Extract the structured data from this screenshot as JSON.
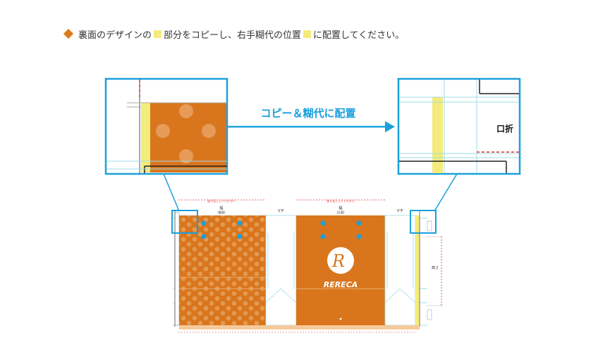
{
  "instruction": {
    "part1": "裏面のデザインの",
    "part2": "部分をコピーし、右手糊代の位置",
    "part3": "に配置してください。"
  },
  "callout": {
    "arrow_label": "コピー＆糊代に配置",
    "fold_label": "口折"
  },
  "template": {
    "width_label_back": "幅",
    "width_sub_back": "(裏面)",
    "width_label_front": "幅",
    "width_sub_front": "(正面)",
    "gusset_label_1": "マチ",
    "gusset_label_2": "マチ",
    "height_label": "高さ",
    "bleed_note": "塗り足ししてください"
  },
  "logo": {
    "letter": "R",
    "text": "RERECA"
  },
  "colors": {
    "orange": "#d9761d",
    "yellow": "#f4ec7a",
    "blue": "#1aa0dc",
    "accent": "#e07a1a",
    "cyan_line": "#9fdbe6",
    "red_dash": "#e03030"
  }
}
